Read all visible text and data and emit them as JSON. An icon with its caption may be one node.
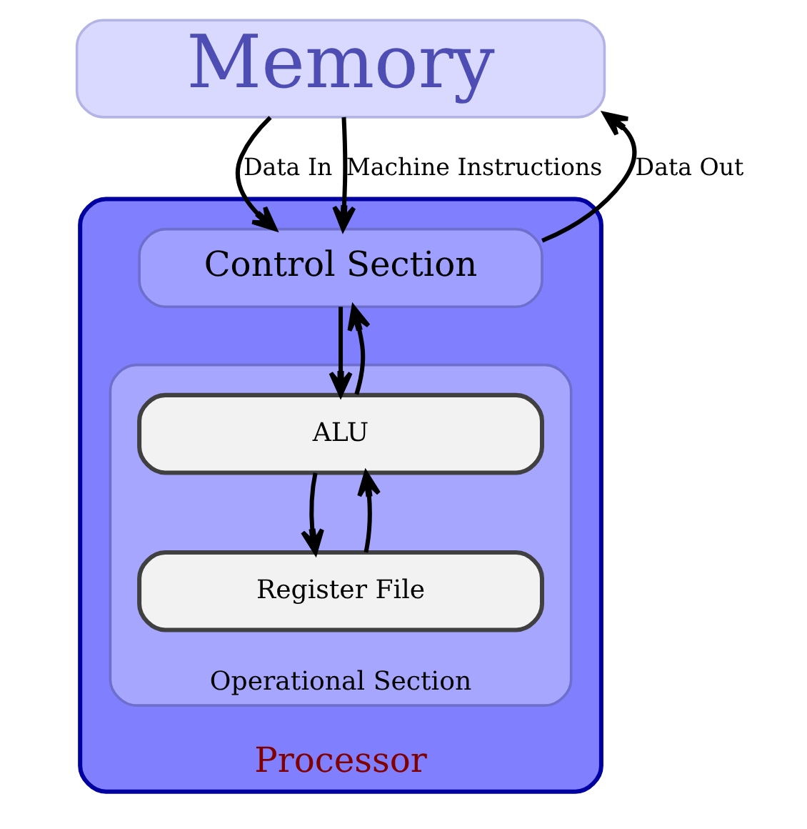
{
  "diagram": {
    "nodes": [
      {
        "text": [
          "Memory"
        ]
      },
      {
        "text": [
          "Processor"
        ]
      },
      {
        "text": [
          "Control Section"
        ],
        "in": 1
      },
      {
        "text": [
          "Operational Section"
        ],
        "in": 1
      },
      {
        "text": [
          "ALU"
        ],
        "in": 3
      },
      {
        "text": [
          "Register File"
        ],
        "in": 3
      }
    ],
    "edges": [
      {
        "from": 0,
        "to": 2,
        "arrow": "to",
        "label": "Data In"
      },
      {
        "from": 0,
        "to": 2,
        "arrow": "to",
        "label": "Machine Instructions"
      },
      {
        "from": 2,
        "to": 0,
        "arrow": "to",
        "label": "Data Out"
      },
      {
        "from": 2,
        "to": 4,
        "arrow": "to"
      },
      {
        "from": 4,
        "to": 2,
        "arrow": "to"
      },
      {
        "from": 5,
        "to": 4,
        "arrow": "to"
      },
      {
        "from": 4,
        "to": 5,
        "arrow": "to"
      }
    ]
  }
}
